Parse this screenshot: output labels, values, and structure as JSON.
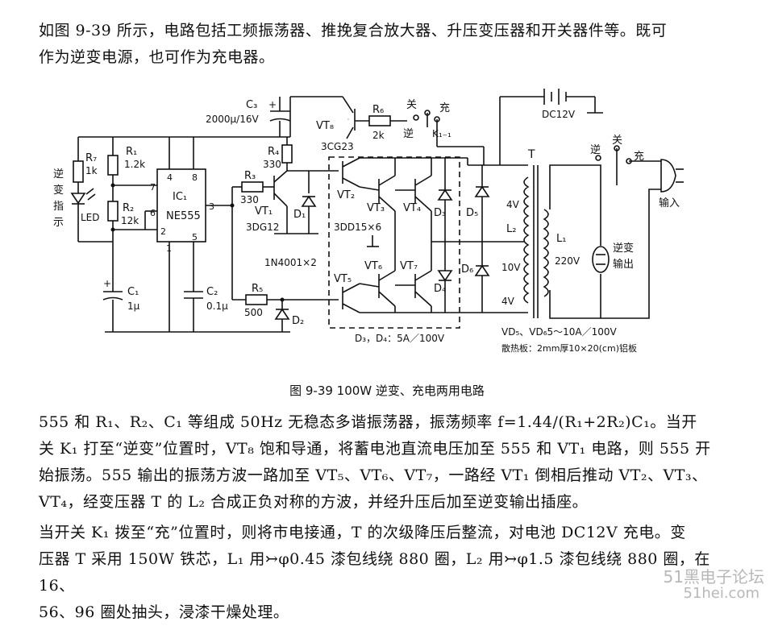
{
  "intro": {
    "line1": "如图 9-39 所示，电路包括工频振荡器、推挽复合放大器、升压变压器和开关器件等。既可",
    "line2": "作为逆变电源，也可作为充电器。"
  },
  "diagram": {
    "caption": "图 9-39   100W 逆变、充电两用电路",
    "labels": {
      "c3": "C₃",
      "c3_value": "2000μ/16V",
      "vt8": "VT₈",
      "vt8_type": "3CG23",
      "r6": "R₆",
      "r6_value": "2k",
      "sw_off": "关",
      "sw_charge": "充",
      "sw_inverse": "逆",
      "k1": "K₁₋₁",
      "dc12v": "DC12V",
      "t": "T",
      "sw2_off": "关",
      "sw2_inverse": "逆",
      "sw2_charge": "充",
      "input": "输入",
      "r7": "R₇",
      "r7_value": "1k",
      "r1": "R₁",
      "r1_value": "1.2k",
      "r2": "R₂",
      "r2_value": "12k",
      "ind_1": "逆",
      "ind_2": "变",
      "ind_3": "指",
      "ind_4": "示",
      "led": "LED",
      "ic1": "IC₁",
      "ne555": "NE555",
      "pin4": "4",
      "pin8": "8",
      "pin7": "7",
      "pin6": "6",
      "pin3": "3",
      "pin2": "2",
      "pin1": "1",
      "pin5": "5",
      "r4": "R₄",
      "r4_value": "330",
      "r3": "R₃",
      "r3_value": "330",
      "vt1": "VT₁",
      "vt1_type": "3DG12",
      "d1": "D₁",
      "vt2": "VT₂",
      "vt3": "VT₃",
      "vt4": "VT₄",
      "d3": "D₃",
      "d5": "D₅",
      "v4_top": "4V",
      "l2": "L₂",
      "l1": "L₁",
      "l1_value": "220V",
      "out_1": "逆变",
      "out_2": "输出",
      "type_3dd15": "3DD15×6",
      "type_1n4001": "1N4001×2",
      "vt5": "VT₅",
      "vt6": "VT₆",
      "vt7": "VT₇",
      "d4": "D₄",
      "d6": "D₆",
      "v10": "10V",
      "v4_bot": "4V",
      "c1": "C₁",
      "c1_value": "1μ",
      "c2": "C₂",
      "c2_value": "0.1μ",
      "r5": "R₅",
      "r5_value": "500",
      "d2": "D₂",
      "d34_note": "D₃，D₄：5A／100V",
      "vd_note": "VD₅、VD₆5～10A／100V",
      "heatsink_note": "散热板：2mm厚10×20(cm)铝板"
    }
  },
  "body": {
    "p2_line1": "555 和 R₁、R₂、C₁ 等组成 50Hz 无稳态多谐振荡器，振荡频率 f=1.44/(R₁+2R₂)C₁。当开",
    "p2_line2": "关 K₁ 打至“逆变”位置时，VT₈ 饱和导通，将蓄电池直流电压加至 555 和 VT₁ 电路，则 555 开",
    "p2_line3": "始振荡。555 输出的振荡方波一路加至 VT₅、VT₆、VT₇，一路经 VT₁ 倒相后推动 VT₂、VT₃、",
    "p2_line4": "VT₄，经变压器 T 的 L₂ 合成正负对称的方波，并经升压后加至逆变输出插座。",
    "p3_line1": "当开关 K₁ 拨至“充”位置时，则将市电接通，T 的次级降压后整流，对电池 DC12V 充电。变",
    "p3_line2": "压器 T 采用 150W 铁芯，L₁ 用↣φ0.45 漆包线绕 880 圈，L₂ 用↣φ1.5 漆包线绕 880 圈，在 16、",
    "p3_line3": "56、96 圈处抽头，浸漆干燥处理。"
  },
  "watermark": {
    "line1": "51黑电子论坛",
    "line2": "51hei.com"
  }
}
